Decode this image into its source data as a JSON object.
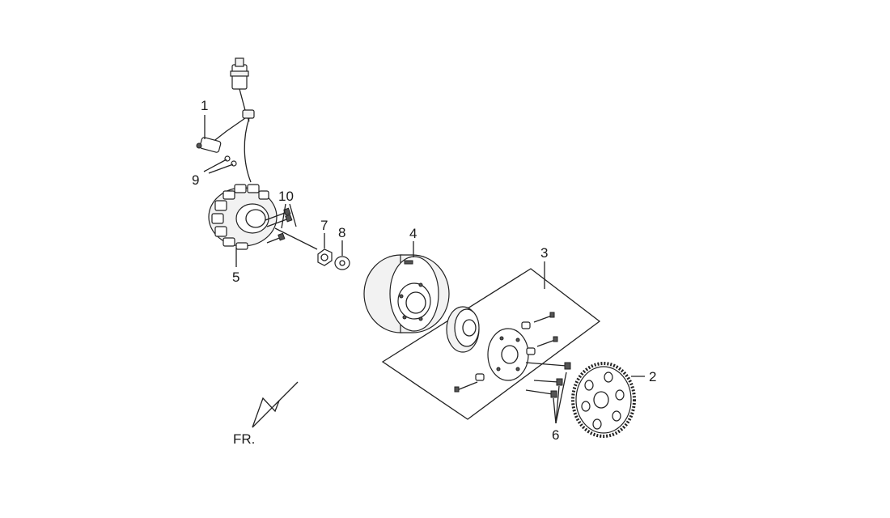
{
  "diagram": {
    "callouts": [
      {
        "id": "1",
        "label": "1"
      },
      {
        "id": "2",
        "label": "2"
      },
      {
        "id": "3",
        "label": "3"
      },
      {
        "id": "4",
        "label": "4"
      },
      {
        "id": "5",
        "label": "5"
      },
      {
        "id": "6",
        "label": "6"
      },
      {
        "id": "7",
        "label": "7"
      },
      {
        "id": "8",
        "label": "8"
      },
      {
        "id": "9",
        "label": "9"
      },
      {
        "id": "10",
        "label": "10"
      }
    ],
    "front_label": "FR."
  }
}
